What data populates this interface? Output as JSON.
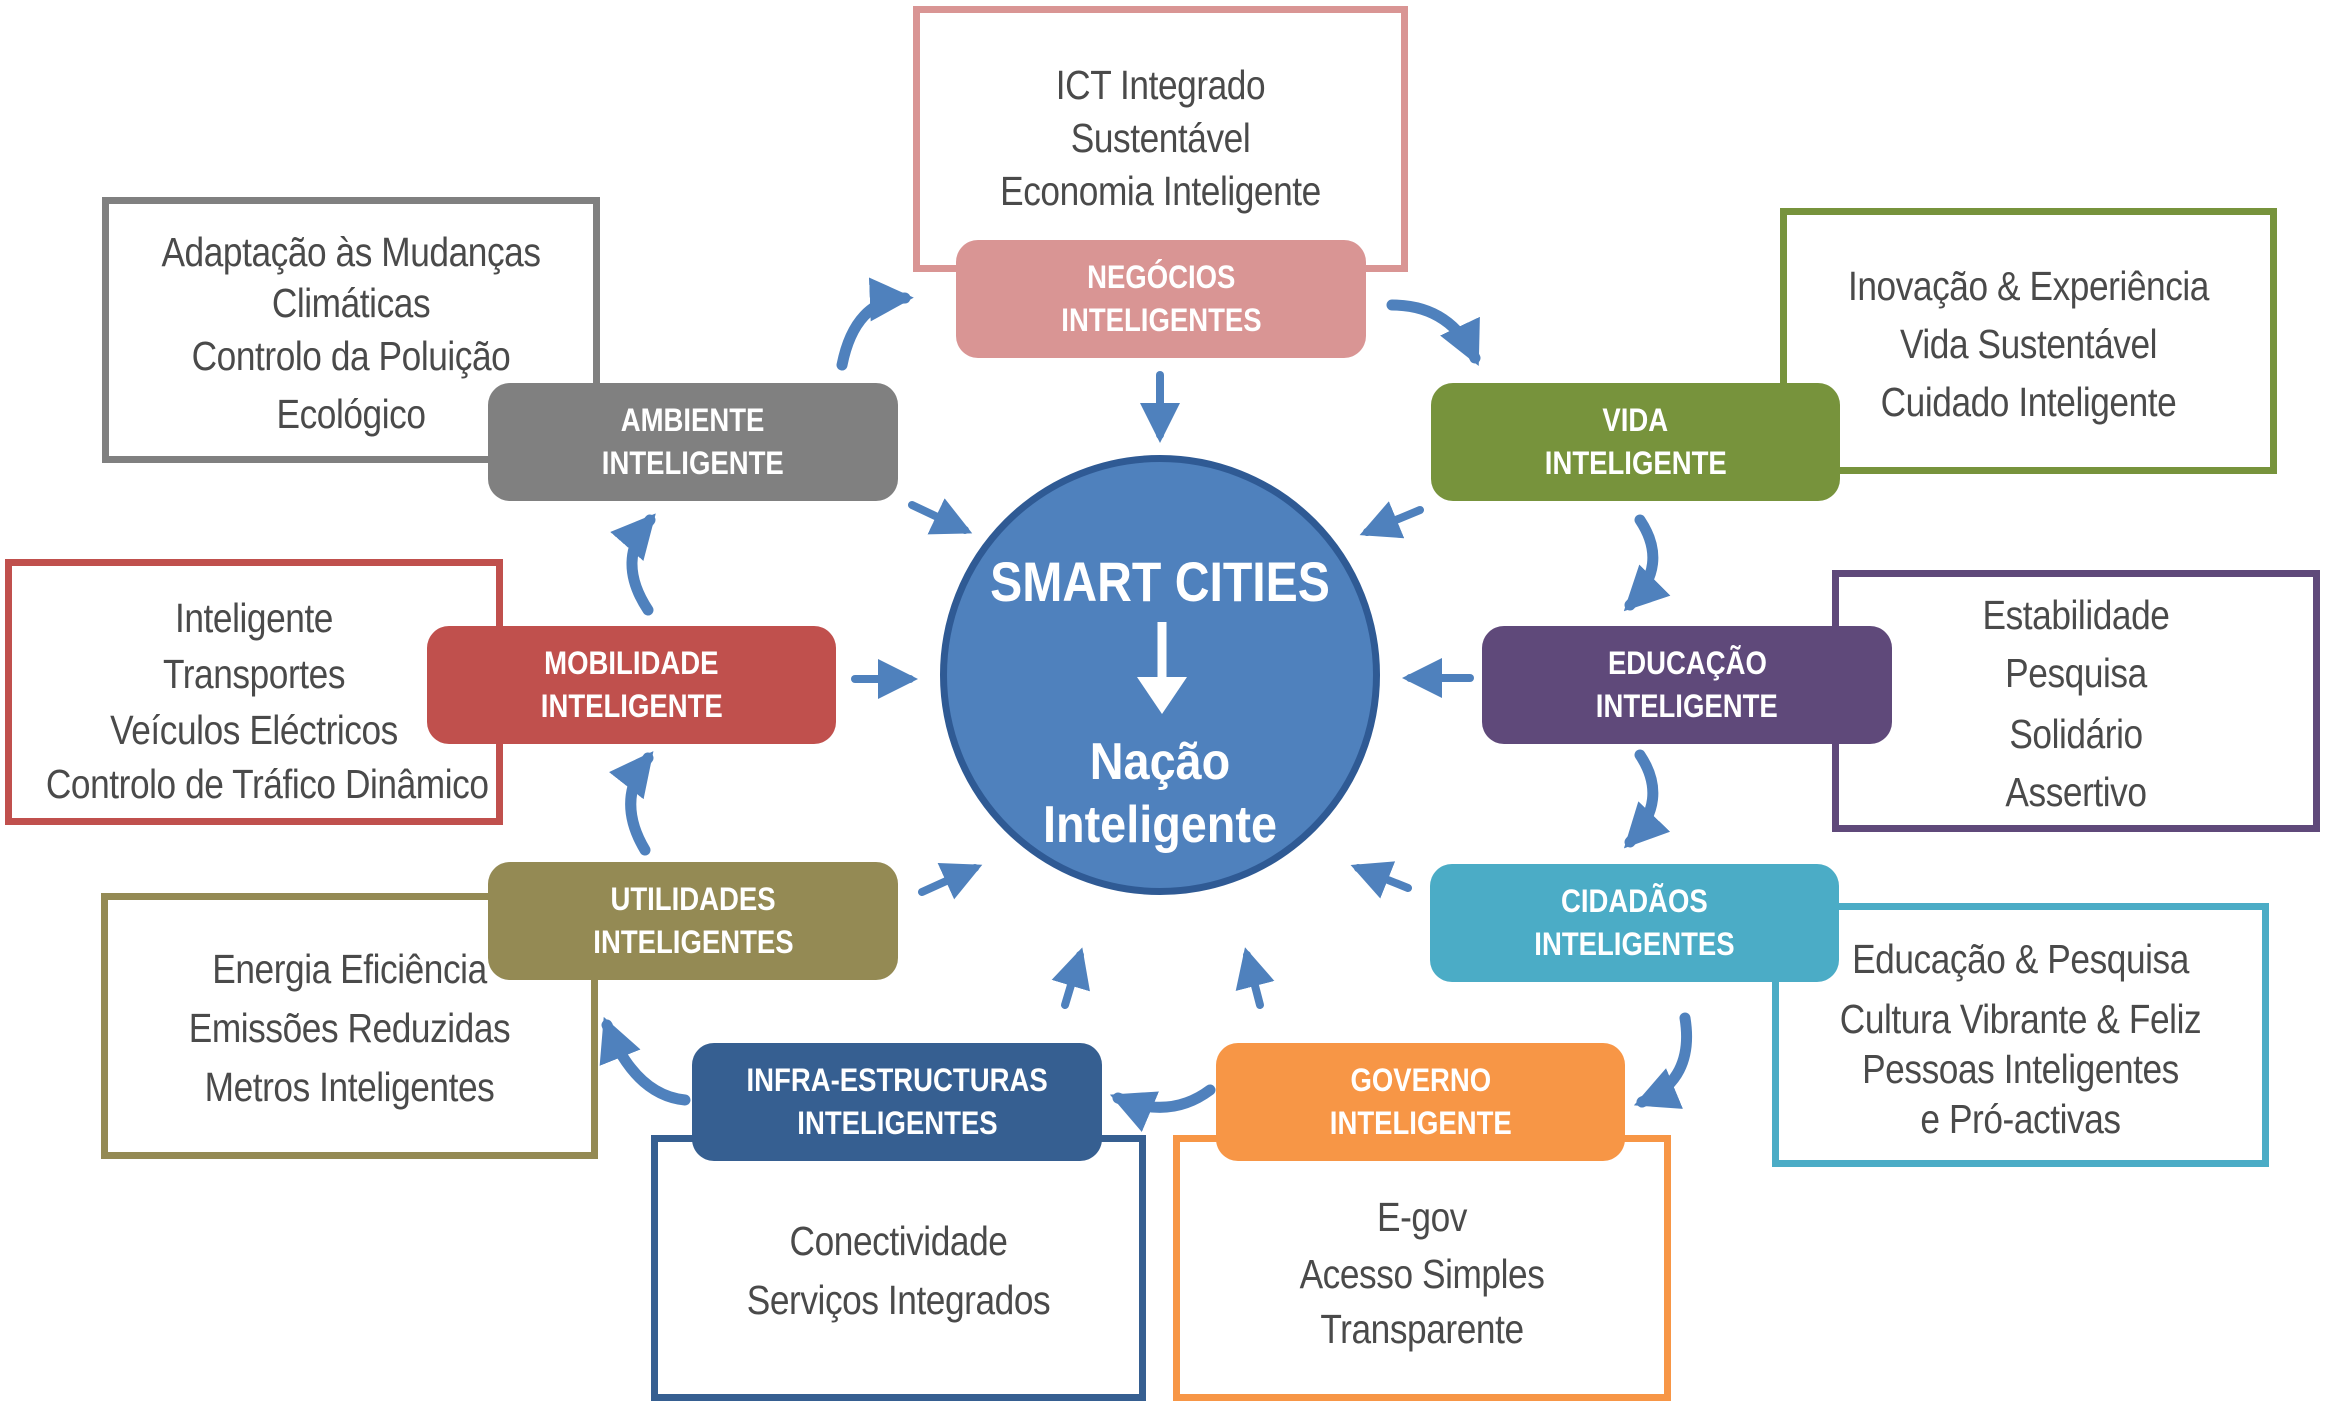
{
  "center": {
    "title": "SMART CITIES",
    "subtitle_line1": "Nação",
    "subtitle_line2": "Inteligente"
  },
  "colors": {
    "center_fill": "#4f81bd",
    "center_border": "#2f5a94",
    "arrow": "#4f81bd",
    "negocios": "#d99594",
    "vida": "#77933c",
    "educacao": "#5f497a",
    "cidadaos": "#4bacc6",
    "governo": "#f79646",
    "infra": "#365f91",
    "utilidades": "#948a54",
    "mobilidade": "#c0504d",
    "ambiente": "#808080"
  },
  "nodes": {
    "negocios": {
      "line1": "NEGÓCIOS",
      "line2": "INTELIGENTES",
      "items": [
        "ICT Integrado",
        "Sustentável",
        "Economia Inteligente"
      ]
    },
    "vida": {
      "line1": "VIDA",
      "line2": "INTELIGENTE",
      "items": [
        "Inovação & Experiência",
        "Vida Sustentável",
        "Cuidado Inteligente"
      ]
    },
    "educacao": {
      "line1": "EDUCAÇÃO",
      "line2": "INTELIGENTE",
      "items": [
        "Estabilidade",
        "Pesquisa",
        "Solidário",
        "Assertivo"
      ]
    },
    "cidadaos": {
      "line1": "CIDADÃOS",
      "line2": "INTELIGENTES",
      "items": [
        "Educação & Pesquisa",
        "Cultura Vibrante & Feliz",
        "Pessoas Inteligentes",
        "e Pró-activas"
      ]
    },
    "governo": {
      "line1": "GOVERNO",
      "line2": "INTELIGENTE",
      "items": [
        "E-gov",
        "Acesso Simples",
        "Transparente"
      ]
    },
    "infra": {
      "line1": "INFRA-ESTRUCTURAS",
      "line2": "INTELIGENTES",
      "items": [
        "Conectividade",
        "Serviços Integrados"
      ]
    },
    "utilidades": {
      "line1": "UTILIDADES",
      "line2": "INTELIGENTES",
      "items": [
        "Energia Eficiência",
        "Emissões Reduzidas",
        "Metros Inteligentes"
      ]
    },
    "mobilidade": {
      "line1": "MOBILIDADE",
      "line2": "INTELIGENTE",
      "items": [
        "Inteligente",
        "Transportes",
        "Veículos Eléctricos",
        "Controlo de Tráfico Dinâmico"
      ]
    },
    "ambiente": {
      "line1": "AMBIENTE",
      "line2": "INTELIGENTE",
      "items": [
        "Adaptação às Mudanças",
        "Climáticas",
        "Controlo da Poluição",
        "Ecológico"
      ]
    }
  }
}
